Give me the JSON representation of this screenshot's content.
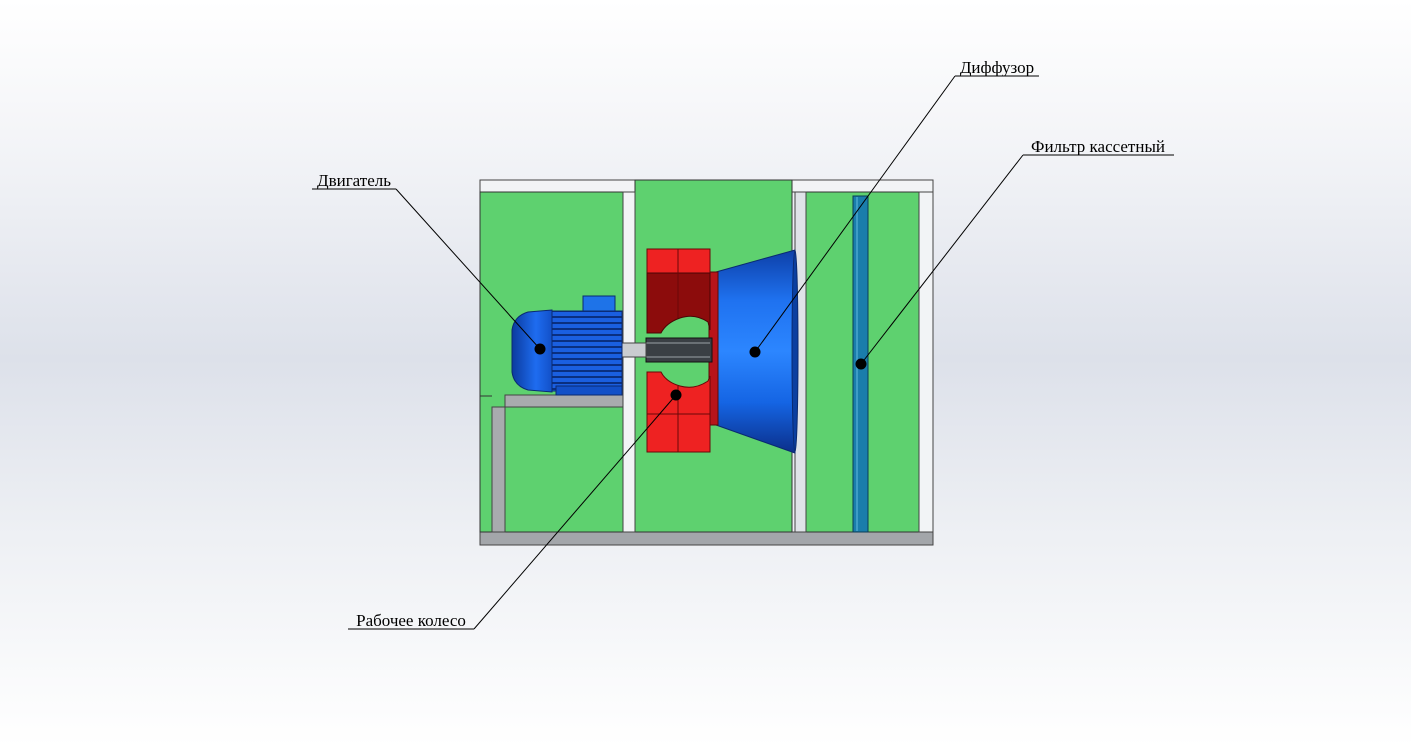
{
  "callouts": {
    "motor": {
      "label": "Двигатель"
    },
    "diffuser": {
      "label": "Диффузор"
    },
    "filter": {
      "label": "Фильтр кассетный"
    },
    "impeller": {
      "label": "Рабочее колесо"
    }
  },
  "colors": {
    "panel_green": "#5ed16f",
    "frame_white": "#f2f4f6",
    "frame_gray": "#9ea2a6",
    "impeller_red": "#ee2222",
    "impeller_dark_red": "#8c0c0c",
    "diffuser_blue": "#1466e6",
    "motor_blue": "#1a62e0",
    "filter_teal": "#1a7dab"
  }
}
